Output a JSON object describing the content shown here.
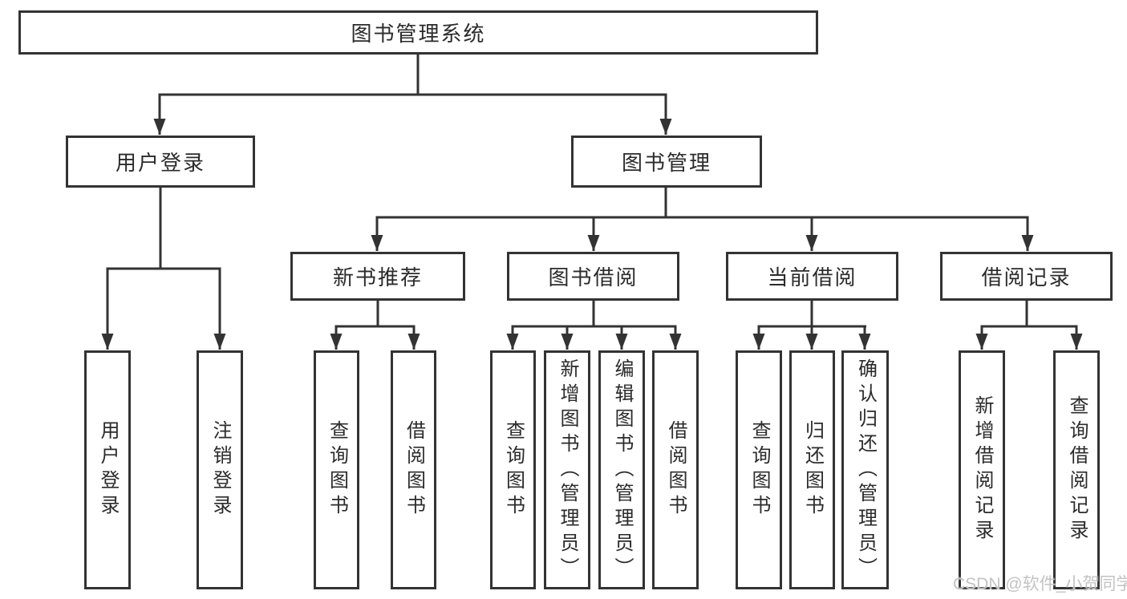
{
  "tree": {
    "root": {
      "label": "图书管理系统"
    },
    "children": [
      {
        "label": "用户登录",
        "children": [
          {
            "label": "用户登录"
          },
          {
            "label": "注销登录"
          }
        ]
      },
      {
        "label": "图书管理",
        "children": [
          {
            "label": "新书推荐",
            "children": [
              {
                "label": "查询图书"
              },
              {
                "label": "借阅图书"
              }
            ]
          },
          {
            "label": "图书借阅",
            "children": [
              {
                "label": "查询图书"
              },
              {
                "label": "新增图书（管理员）"
              },
              {
                "label": "编辑图书（管理员）"
              },
              {
                "label": "借阅图书"
              }
            ]
          },
          {
            "label": "当前借阅",
            "children": [
              {
                "label": "查询图书"
              },
              {
                "label": "归还图书"
              },
              {
                "label": "确认归还（管理员）"
              }
            ]
          },
          {
            "label": "借阅记录",
            "children": [
              {
                "label": "新增借阅记录"
              },
              {
                "label": "查询借阅记录"
              }
            ]
          }
        ]
      }
    ]
  },
  "watermark": {
    "text": "CSDN @软件_小贺同学"
  },
  "colors": {
    "line": "#333333",
    "text": "#2b2b2b",
    "background": "#ffffff",
    "watermark": "#c3c3c3"
  }
}
